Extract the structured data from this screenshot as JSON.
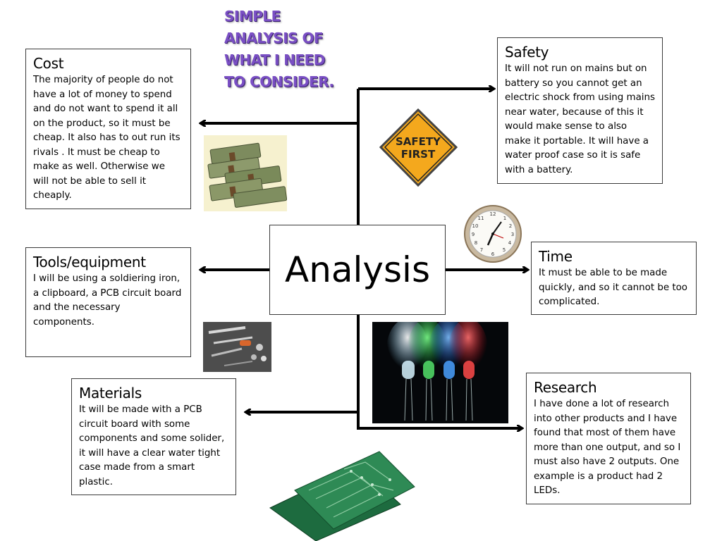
{
  "title": "SIMPLE ANALYSIS OF WHAT I NEED TO CONSIDER.",
  "center": "Analysis",
  "cost": {
    "heading": "Cost",
    "body": "The majority of people do not have a lot of money to spend and do not want to spend it all on the product, so it must be cheap. It also has to out run its rivals . It must be cheap to make as well. Otherwise we will not be able to sell it cheaply."
  },
  "tools": {
    "heading": "Tools/equipment",
    "body": "I will be using a soldiering iron, a clipboard, a PCB circuit board and  the necessary components."
  },
  "materials": {
    "heading": "Materials",
    "body": "It will be made with a PCB circuit board with some components and some solider, it will have a clear water tight case made from a smart plastic."
  },
  "safety": {
    "heading": "Safety",
    "body": "It will not run on mains but on battery so you cannot get an electric shock from using mains near water, because of this it would make sense to also make it portable. It will have a water proof case so it is safe with a battery."
  },
  "time": {
    "heading": "Time",
    "body": "It must be able to be made quickly, and so it cannot be too complicated."
  },
  "research": {
    "heading": "Research",
    "body": "I have done a lot of research into other products and I have found that most of them have more than one output, and so I must also have 2 outputs. One example is a product had 2 LEDs."
  },
  "safety_sign": "SAFETY FIRST",
  "colors": {
    "title": "#7a4fc4",
    "sign": "#f4a81d",
    "line": "#000000"
  }
}
